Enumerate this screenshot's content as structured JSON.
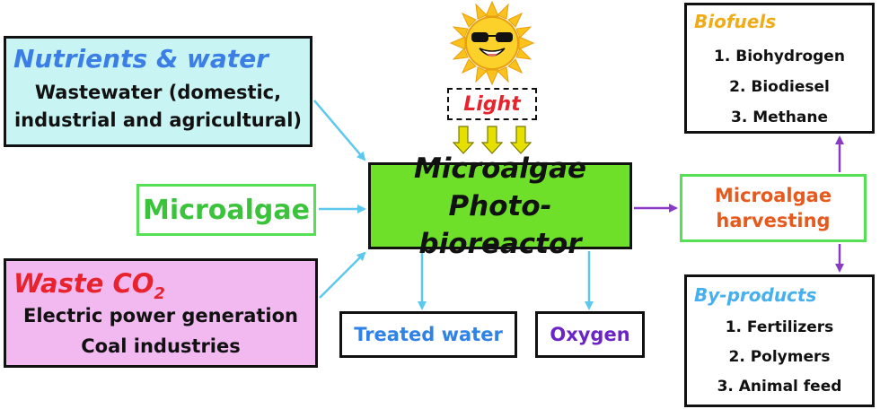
{
  "nutrients": {
    "title": "Nutrients & water",
    "lines": [
      "Wastewater (domestic,",
      "industrial and agricultural)"
    ]
  },
  "microalgae_input": {
    "label": "Microalgae"
  },
  "waste": {
    "title": "Waste CO",
    "title_sub": "2",
    "lines": [
      "Electric power generation",
      "Coal industries"
    ]
  },
  "reactor": {
    "lines": [
      "Microalgae",
      "Photo-bioreactor"
    ]
  },
  "light": {
    "label": "Light"
  },
  "outputs": {
    "treated_water": "Treated water",
    "oxygen": "Oxygen"
  },
  "harvesting": {
    "lines": [
      "Microalgae",
      "harvesting"
    ]
  },
  "biofuels": {
    "title": "Biofuels",
    "items": [
      "1. Biohydrogen",
      "2. Biodiesel",
      "3. Methane"
    ]
  },
  "byproducts": {
    "title": "By-products",
    "items": [
      "1. Fertilizers",
      "2. Polymers",
      "3. Animal feed"
    ]
  },
  "colors": {
    "input_arrow": "#5cc8ee",
    "output_arrow": "#8a3bc4",
    "light_arrow": "#e6e000",
    "reactor_fill": "#6ee02a",
    "sun": "#fbc21c"
  },
  "icons": {
    "sun": "sun-with-sunglasses-icon"
  }
}
